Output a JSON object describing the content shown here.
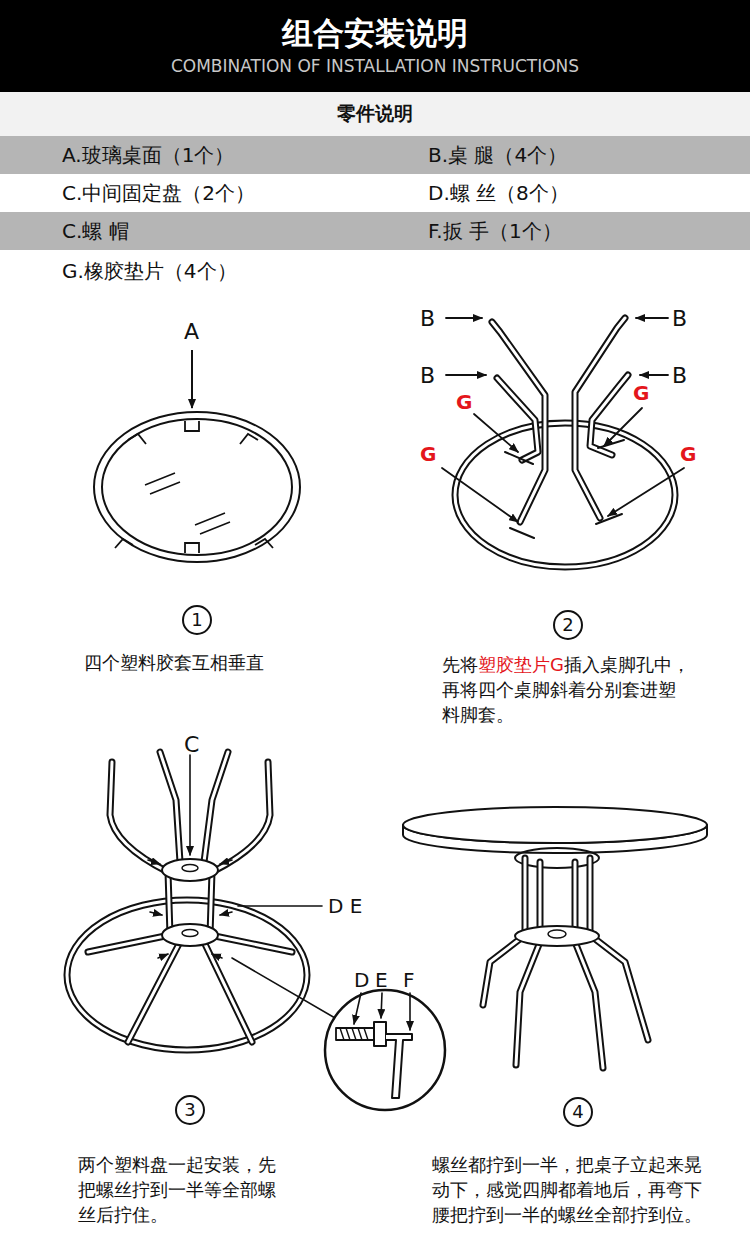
{
  "diagram": {
    "title": "组合安装说明",
    "nodes": [
      {
        "text": [
          "1"
        ]
      },
      {
        "text": [
          "2"
        ]
      },
      {
        "text": [
          "3"
        ]
      },
      {
        "text": [
          "4"
        ]
      }
    ],
    "labels": [
      "COMBINATION OF INSTALLATION INSTRUCTIONS",
      "零件说明",
      "A.玻璃桌面（1个）",
      "B.桌 腿（4个）",
      "C.中间固定盘（2个）",
      "D.螺 丝（8个）",
      "C.螺 帽",
      "F.扳 手（1个）",
      "G.橡胶垫片（4个）",
      "A",
      "B",
      "B",
      "B",
      "B",
      "G",
      "G",
      "G",
      "G",
      "四个塑料胶套互相垂直",
      "先将",
      "塑胶垫片G",
      "插入桌脚孔中，再将四个桌脚斜着分别套进塑料脚套。",
      "C",
      "D E",
      "D",
      "E",
      "F",
      "两个塑料盘一起安装，先把螺丝拧到一半等全部螺丝后拧住。",
      "螺丝都拧到一半，把桌子立起来晃动下，感觉四脚都着地后，再弯下腰把拧到一半的螺丝全部拧到位。"
    ]
  }
}
